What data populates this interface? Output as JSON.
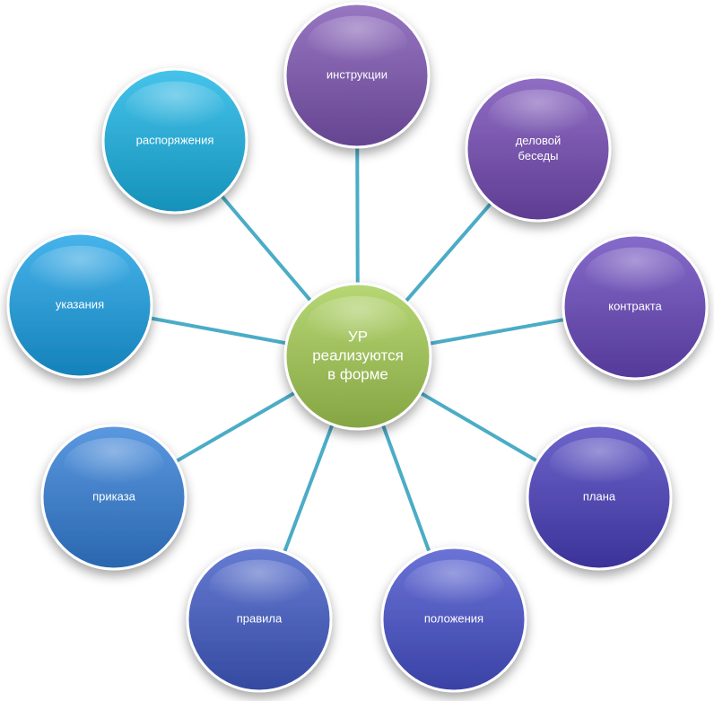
{
  "center": {
    "lines": [
      "УР",
      "реализуются",
      "в форме"
    ]
  },
  "nodes": [
    {
      "lines": [
        "инструкции"
      ]
    },
    {
      "lines": [
        "деловой",
        "беседы"
      ]
    },
    {
      "lines": [
        "контракта"
      ]
    },
    {
      "lines": [
        "плана"
      ]
    },
    {
      "lines": [
        "положения"
      ]
    },
    {
      "lines": [
        "правила"
      ]
    },
    {
      "lines": [
        "приказа"
      ]
    },
    {
      "lines": [
        "указания"
      ]
    },
    {
      "lines": [
        "распоряжения"
      ]
    }
  ],
  "colors": {
    "connector": "#4bacc6",
    "center": "#9bbb59",
    "nodes": [
      "#7b5aa6",
      "#7452a8",
      "#6a4fae",
      "#5148ae",
      "#4f57bb",
      "#4a5fb6",
      "#3f7cc4",
      "#2b97cf",
      "#2aa7cf"
    ]
  }
}
